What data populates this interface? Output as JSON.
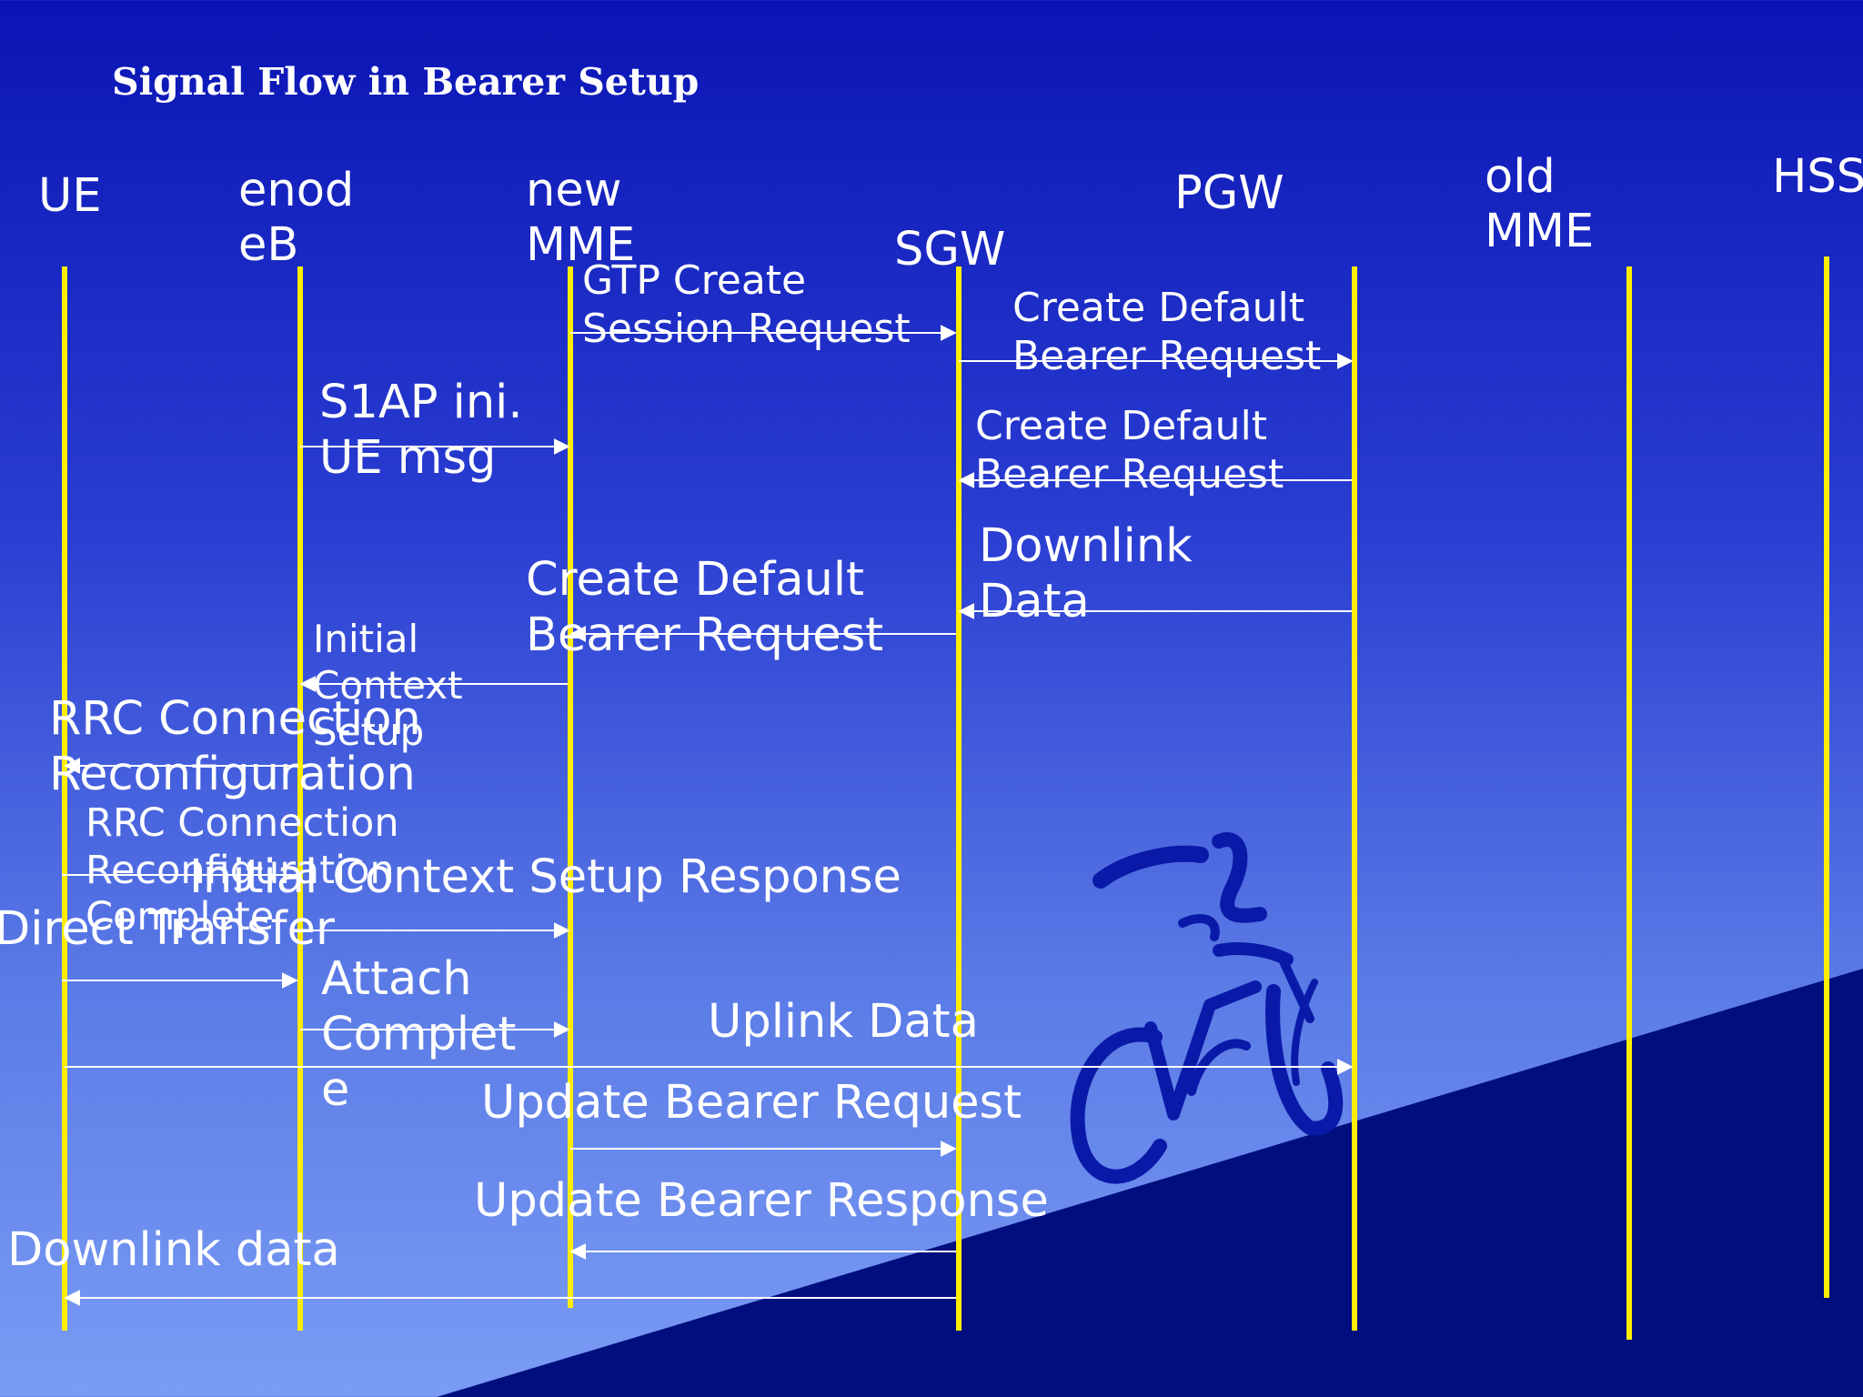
{
  "title": "Signal Flow in Bearer Setup",
  "entities": {
    "ue": "UE",
    "enodeb": "enod\neB",
    "new_mme": "new\nMME",
    "sgw": "SGW",
    "pgw": "PGW",
    "old_mme": "old\nMME",
    "hss": "HSS"
  },
  "messages": {
    "gtp_create_session": "GTP Create\nSession Request",
    "create_default_bearer_req_1": "Create Default\nBearer Request",
    "s1ap_initial_ue": "S1AP ini.\nUE msg",
    "create_default_bearer_req_2": "Create Default\nBearer Request",
    "downlink_data_pgw": "Downlink\nData",
    "create_default_bearer_req_3": "Create Default\nBearer Request",
    "initial_context_setup": "Initial\nContext\nSetup",
    "rrc_connection_reconfig": "RRC Connection\nReconfiguration",
    "rrc_connection_reconfig_complete": "RRC Connection\nReconfiguration\nComplete",
    "initial_context_setup_response": "Initial Context Setup Response",
    "direct_transfer": "Direct Transfer",
    "attach_complete": "Attach\nComplet\ne",
    "uplink_data": "Uplink Data",
    "update_bearer_request": "Update Bearer Request",
    "update_bearer_response": "Update Bearer Response",
    "downlink_data_ue": "Downlink data"
  },
  "colors": {
    "lifeline": "#ffee00",
    "arrow": "#ffffff",
    "text": "#ffffff",
    "wedge": "#000e7e",
    "cyclist": "#0a1aa8"
  },
  "icons": {
    "watermark": "cyclist-logo"
  }
}
